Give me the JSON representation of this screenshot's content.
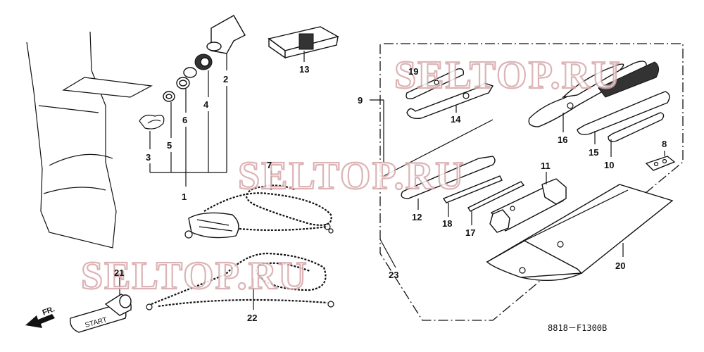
{
  "part_labels": {
    "p1": "1",
    "p2": "2",
    "p3": "3",
    "p4": "4",
    "p5": "5",
    "p6": "6",
    "p7": "7",
    "p8": "8",
    "p9": "9",
    "p10": "10",
    "p11": "11",
    "p12": "12",
    "p13": "13",
    "p14": "14",
    "p15": "15",
    "p16": "16",
    "p17": "17",
    "p18": "18",
    "p19": "19",
    "p20": "20",
    "p21": "21",
    "p22": "22",
    "p23": "23"
  },
  "direction_label": "FR.",
  "grip_text": "START",
  "catalog_code": "8818－F1300B",
  "watermark_text": "SELTOP.RU",
  "colors": {
    "line": "#111111",
    "watermark_outline": "#d7a8aa",
    "background": "#ffffff"
  },
  "icons": {
    "direction": "front-arrow-icon"
  }
}
